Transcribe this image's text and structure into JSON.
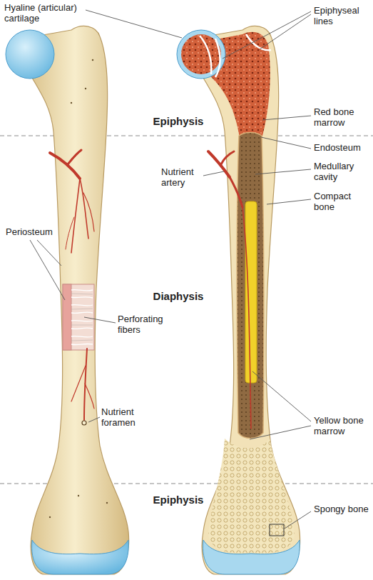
{
  "diagram": {
    "labels": [
      "Hyaline (articular) cartilage",
      "Epiphyseal lines",
      "Epiphysis",
      "Red bone marrow",
      "Endosteum",
      "Nutrient artery",
      "Medullary cavity",
      "Compact bone",
      "Periosteum",
      "Diaphysis",
      "Perforating fibers",
      "Yellow bone marrow",
      "Nutrient foramen",
      "Epiphysis",
      "Spongy bone"
    ]
  }
}
